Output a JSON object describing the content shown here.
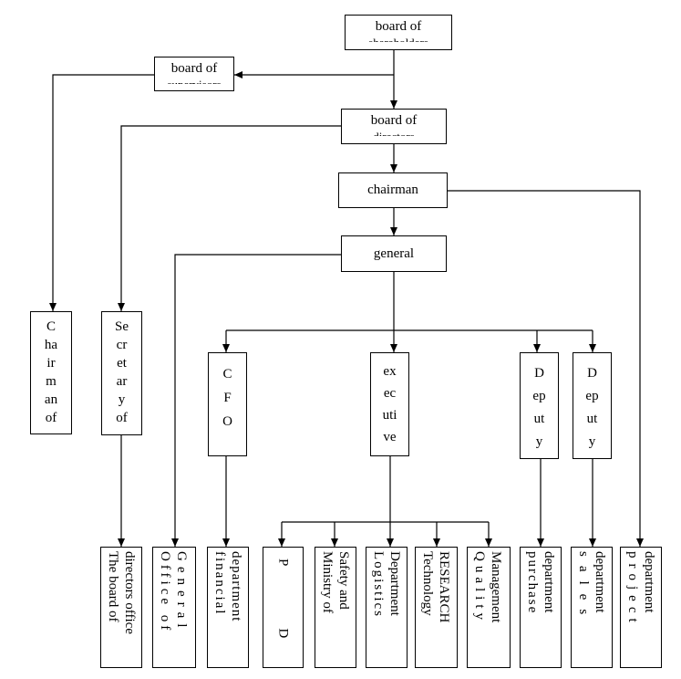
{
  "nodes": {
    "board_shareholders": {
      "label": "board of",
      "sub": "shareholders"
    },
    "board_supervisors": {
      "label": "board of",
      "sub": "supervisors"
    },
    "board_directors": {
      "label": "board of",
      "sub": "directors"
    },
    "chairman": {
      "label": "chairman"
    },
    "general": {
      "label": "general"
    },
    "chairman_of": {
      "lines": [
        "C",
        "ha",
        "ir",
        "m",
        "an",
        "of"
      ]
    },
    "secretary_of": {
      "lines": [
        "Se",
        "cr",
        "et",
        "ar",
        "y",
        "of"
      ]
    },
    "cfo": {
      "lines": [
        "C",
        "F",
        "O"
      ]
    },
    "executive": {
      "lines": [
        "ex",
        "ec",
        "uti",
        "ve"
      ]
    },
    "deputy1": {
      "lines": [
        "D",
        "ep",
        "ut",
        "y"
      ]
    },
    "deputy2": {
      "lines": [
        "D",
        "ep",
        "ut",
        "y"
      ]
    }
  },
  "departments": [
    {
      "id": "board-directors-office",
      "lines": [
        "The board of",
        "directors office"
      ]
    },
    {
      "id": "office-general",
      "lines": [
        "Office of",
        "General"
      ]
    },
    {
      "id": "financial",
      "lines": [
        "financial",
        "department"
      ]
    },
    {
      "id": "pd",
      "lines": [
        "P",
        "D"
      ]
    },
    {
      "id": "safety",
      "lines": [
        "Ministry of",
        "Safety and"
      ]
    },
    {
      "id": "logistics",
      "lines": [
        "Logistics",
        "Department"
      ]
    },
    {
      "id": "technology",
      "lines": [
        "Technology",
        "RESEARCH"
      ]
    },
    {
      "id": "quality",
      "lines": [
        "Quality",
        "Management"
      ]
    },
    {
      "id": "purchase",
      "lines": [
        "purchase",
        "department"
      ]
    },
    {
      "id": "sales",
      "lines": [
        "sales",
        "department"
      ]
    },
    {
      "id": "project",
      "lines": [
        "project",
        "department"
      ]
    }
  ]
}
